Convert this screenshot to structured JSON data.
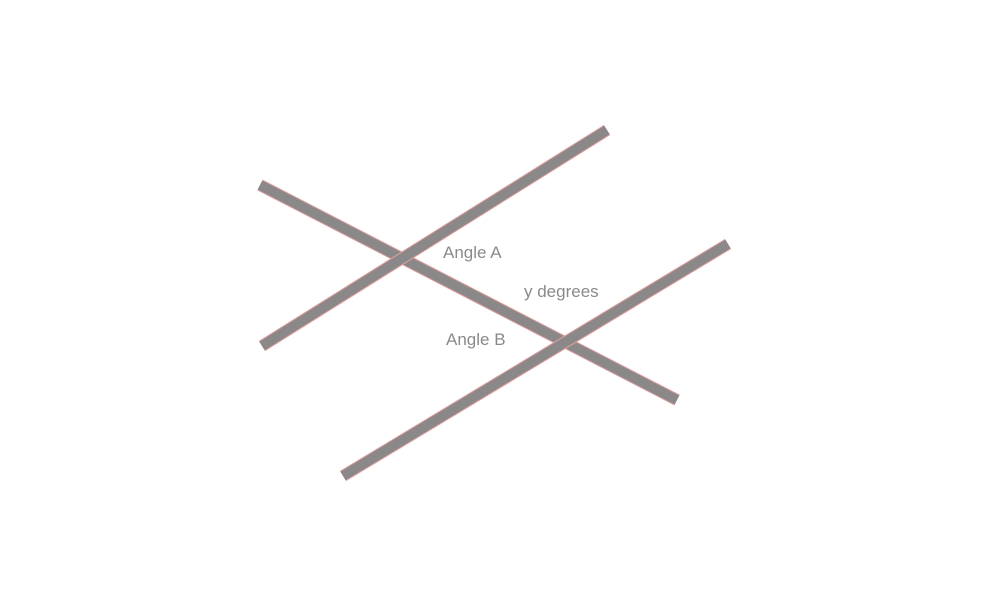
{
  "diagram": {
    "labels": {
      "angle_a": "Angle A",
      "y_degrees": "y degrees",
      "angle_b": "Angle B"
    },
    "colors": {
      "line": "#8a8888",
      "line_outline": "#e3a0a0",
      "label": "#8a8a8a",
      "background": "#ffffff"
    }
  }
}
